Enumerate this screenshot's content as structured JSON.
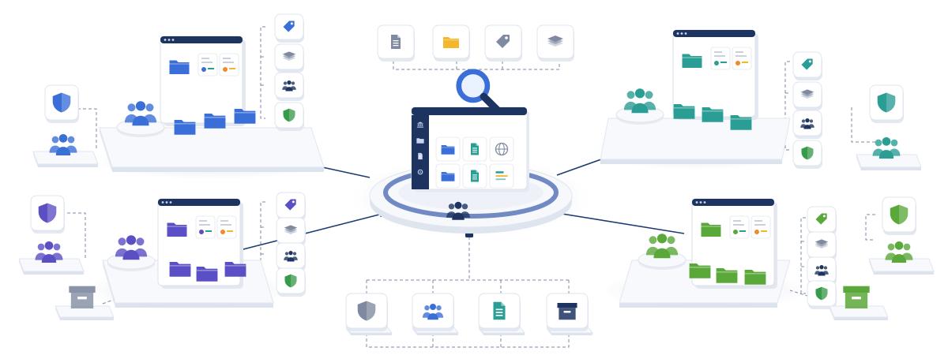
{
  "palette": {
    "navy": "#1d3461",
    "blue": "#3b6fd8",
    "teal": "#2a9d94",
    "purple": "#5b4fc4",
    "green": "#5aa83a",
    "green_dark": "#2e8a3c",
    "yellow": "#f5b72a",
    "gray_icon": "#7f8aa0"
  },
  "central_hub": {
    "magnifier_icon": "search-icon",
    "sidebar_icons": [
      "building-icon",
      "folder-icon",
      "document-icon",
      "settings-icon"
    ],
    "cards": [
      "folder-icon",
      "document-icon",
      "globe-icon",
      "folder-icon",
      "document-icon",
      "list-icon"
    ],
    "card_colors": [
      "#3b6fd8",
      "#2a9d94",
      "#7f8aa0",
      "#3b6fd8",
      "#2a9d94",
      "#2a9d94"
    ],
    "users_icon": "users-icon"
  },
  "top_tiles": [
    "document-icon",
    "folder-icon",
    "tag-icon",
    "layers-icon"
  ],
  "bottom_tiles": [
    "shield-icon",
    "users-icon",
    "document-icon",
    "archive-box-icon"
  ],
  "clusters": [
    {
      "id": "top-left",
      "accent": "#3b6fd8",
      "side_icons": [
        "tag-icon",
        "layers-icon",
        "users-icon",
        "shield-icon"
      ],
      "outer": [
        "shield-icon",
        "users-icon"
      ]
    },
    {
      "id": "top-right",
      "accent": "#2a9d94",
      "side_icons": [
        "tag-icon",
        "layers-icon",
        "users-icon",
        "shield-icon"
      ],
      "outer": [
        "shield-icon",
        "users-icon"
      ]
    },
    {
      "id": "bottom-left",
      "accent": "#5b4fc4",
      "side_icons": [
        "tag-icon",
        "layers-icon",
        "users-icon",
        "shield-icon"
      ],
      "outer": [
        "shield-icon",
        "users-icon",
        "archive-box-icon"
      ]
    },
    {
      "id": "bottom-right",
      "accent": "#5aa83a",
      "side_icons": [
        "tag-icon",
        "layers-icon",
        "users-icon",
        "shield-icon"
      ],
      "outer": [
        "shield-icon",
        "users-icon",
        "archive-box-icon"
      ]
    }
  ]
}
